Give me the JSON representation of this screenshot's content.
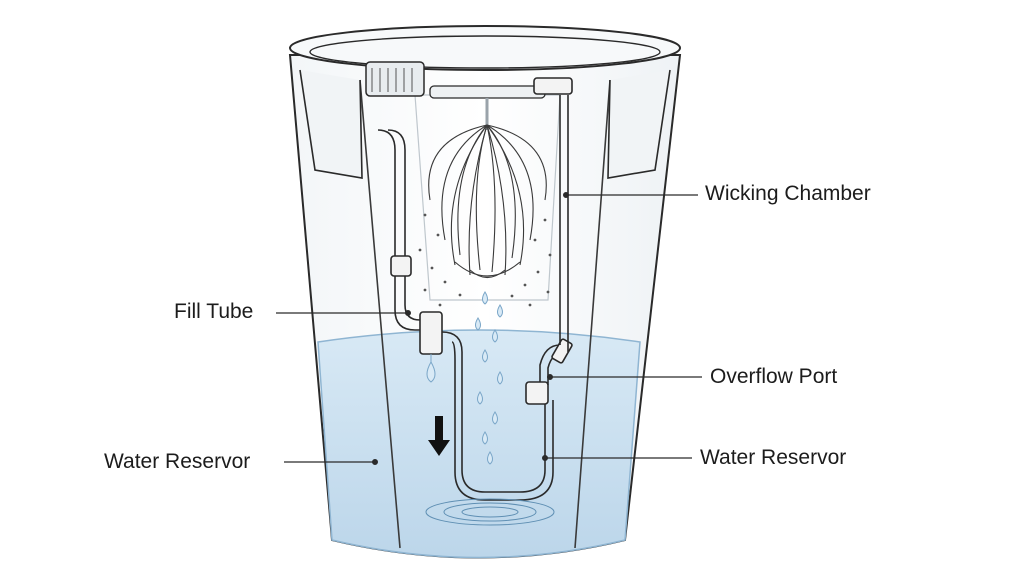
{
  "labels": {
    "wicking_chamber": "Wicking Chamber",
    "fill_tube": "Fill Tube",
    "overflow_port": "Overflow Port",
    "water_reservoir_left": "Water Reservor",
    "water_reservoir_right": "Water Reservor"
  },
  "colors": {
    "water": "#cfe3f1",
    "water_edge": "#8fb5d2",
    "line": "#2a2a2a",
    "drops": "#9ec3df"
  }
}
